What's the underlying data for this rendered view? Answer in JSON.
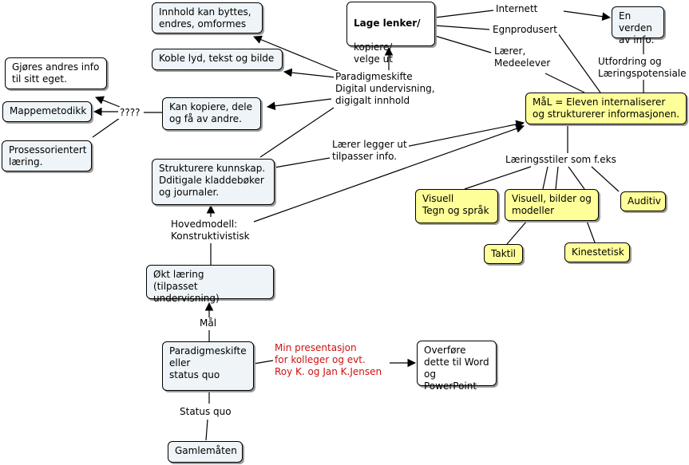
{
  "colors": {
    "concept_blue": "#eef4f7",
    "concept_yellow": "#ffff99",
    "red_label": "#cc1111"
  },
  "nodes": {
    "innhold": "Innhold kan byttes,\nendres, omformes",
    "koble": "Koble lyd, tekst og bilde",
    "gjores": "Gjøres andres info\ntil sitt eget.",
    "mappemetodikk": "Mappemetodikk",
    "prosess": "Prosessorientert\nlæring.",
    "kopiere": "Kan kopiere, dele\nog få av andre.",
    "lage_title": "Lage lenker/",
    "lage_rest": "kopiere/\nvelge ut",
    "verden": "En verden\nav info.",
    "maal": "MåL = Eleven internaliserer\nog strukturerer informasjonen.",
    "strukturere": "Strukturere kunnskap.\nDditigale kladdebøker\nog journaler.",
    "okt": "Økt læring\n(tilpasset undervisning)",
    "paradigme_status": "Paradigmeskifte\neller\nstatus quo",
    "overfore": "Overføre\ndette til Word\nog PowerPoint",
    "gamle": "Gamlemåten",
    "visuell": "Visuell\nTegn og språk",
    "visuell_bilder": "Visuell, bilder og\nmodeller",
    "auditiv": "Auditiv",
    "taktil": "Taktil",
    "kinestetisk": "Kinestetisk"
  },
  "labels": {
    "internett": "Internett",
    "egnprodusert": "Egnprodusert",
    "laerer_medeelever": "Lærer,\nMedeelever",
    "utfordring": "Utfordring og\nLæringspotensiale",
    "paradigme_digital": "Paradigmeskifte\nDigital undervisning,\ndigigalt innhold",
    "question": "????",
    "laerer_legger": "Lærer legger ut\ntilpasser info.",
    "laeringsstiler": "Læringsstiler som f.eks",
    "hovedmodell": "Hovedmodell:\nKonstruktivistisk",
    "maal_label": "Mål",
    "presentasjon": "Min presentasjon\nfor kolleger og evt.\nRoy K. og Jan K.Jensen",
    "status_quo": "Status quo"
  }
}
